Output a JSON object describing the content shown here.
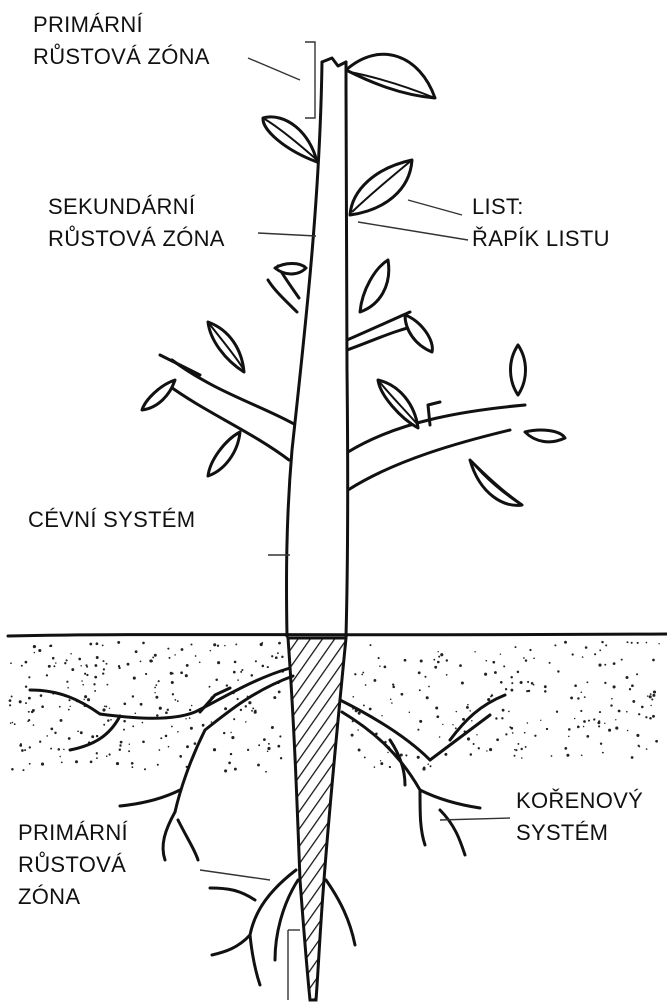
{
  "labels": {
    "primary_zone_top": [
      "PRIMÁRNÍ",
      "RŮSTOVÁ ZÓNA"
    ],
    "secondary_zone": [
      "SEKUNDÁRNÍ",
      "RŮSTOVÁ ZÓNA"
    ],
    "leaf": [
      "LIST:",
      "ŘAPÍK LISTU"
    ],
    "vascular": [
      "CÉVNÍ SYSTÉM"
    ],
    "root_system": [
      "KOŘENOVÝ",
      "SYSTÉM"
    ],
    "primary_zone_bottom": [
      "PRIMÁRNÍ",
      "RŮSTOVÁ",
      "ZÓNA"
    ]
  }
}
